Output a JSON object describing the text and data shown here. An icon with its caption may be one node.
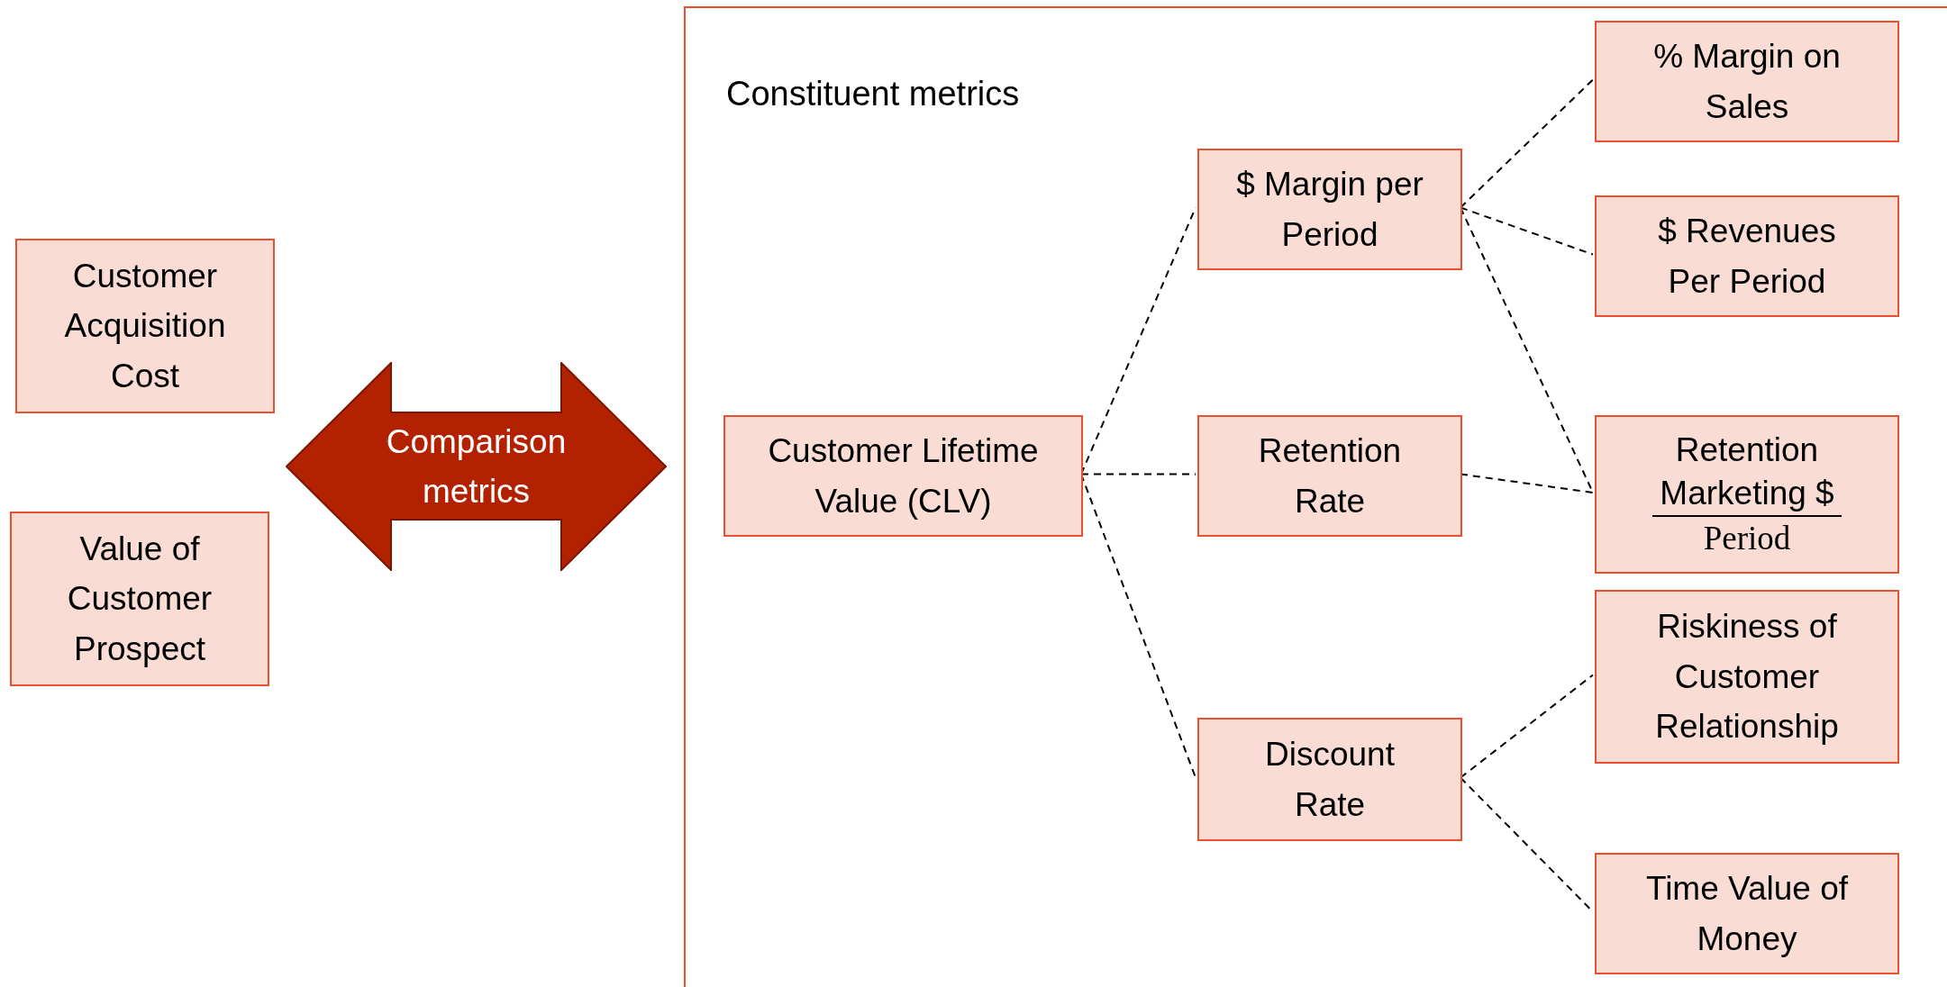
{
  "diagram": {
    "nodes": [
      {
        "text": [
          "Customer Acquisition Cost"
        ]
      },
      {
        "text": [
          "Value of Customer Prospect"
        ]
      },
      {
        "text": [
          "Comparison metrics"
        ]
      },
      {
        "text": [
          "Constituent metrics"
        ]
      },
      {
        "text": [
          "Customer Lifetime Value (CLV)"
        ],
        "in": 3
      },
      {
        "text": [
          "$ Margin per Period"
        ],
        "in": 3
      },
      {
        "text": [
          "% Margin on Sales"
        ],
        "in": 3
      },
      {
        "text": [
          "$ Revenues Per Period"
        ],
        "in": 3
      },
      {
        "text": [
          "Retention Rate"
        ],
        "in": 3
      },
      {
        "text": [
          "Retention",
          "Marketing $",
          "Period"
        ],
        "in": 3
      },
      {
        "text": [
          "Discount Rate"
        ],
        "in": 3
      },
      {
        "text": [
          "Riskiness of Customer Relationship"
        ],
        "in": 3
      },
      {
        "text": [
          "Time Value of Money"
        ],
        "in": 3
      }
    ],
    "edges": [
      {
        "from": 4,
        "to": 5,
        "arrow": "none",
        "style": "dashed"
      },
      {
        "from": 4,
        "to": 8,
        "arrow": "none",
        "style": "dashed"
      },
      {
        "from": 4,
        "to": 10,
        "arrow": "none",
        "style": "dashed"
      },
      {
        "from": 5,
        "to": 6,
        "arrow": "none",
        "style": "dashed"
      },
      {
        "from": 5,
        "to": 7,
        "arrow": "none",
        "style": "dashed"
      },
      {
        "from": 5,
        "to": 9,
        "arrow": "none",
        "style": "dashed"
      },
      {
        "from": 8,
        "to": 9,
        "arrow": "none",
        "style": "dashed"
      },
      {
        "from": 10,
        "to": 11,
        "arrow": "none",
        "style": "dashed"
      },
      {
        "from": 10,
        "to": 12,
        "arrow": "none",
        "style": "dashed"
      }
    ]
  }
}
